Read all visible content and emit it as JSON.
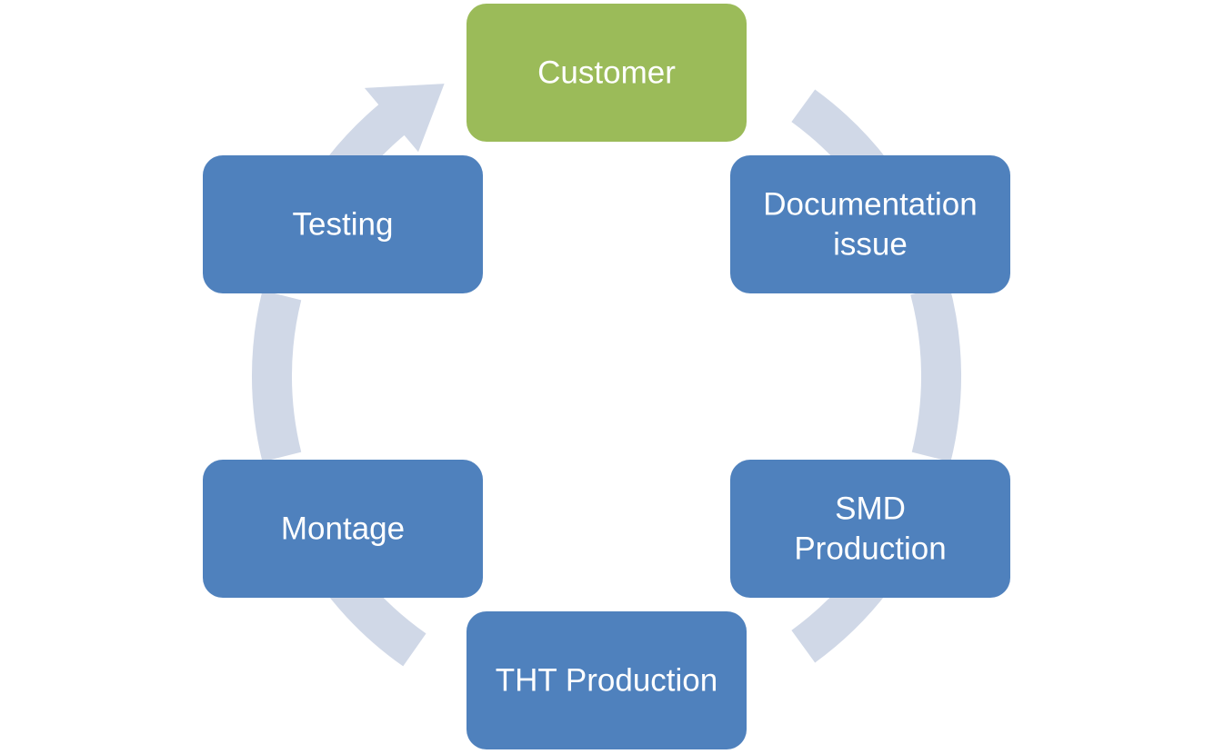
{
  "colors": {
    "ring": "#d0d8e7",
    "primary_node": "#9bbb59",
    "node": "#4f81bd",
    "label": "#ffffff"
  },
  "nodes": [
    {
      "id": "customer",
      "lines": [
        "Customer"
      ],
      "highlight": true
    },
    {
      "id": "documentation-issue",
      "lines": [
        "Documentation",
        "issue"
      ],
      "highlight": false
    },
    {
      "id": "smd-production",
      "lines": [
        "SMD",
        "Production"
      ],
      "highlight": false
    },
    {
      "id": "tht-production",
      "lines": [
        "THT Production"
      ],
      "highlight": false
    },
    {
      "id": "montage",
      "lines": [
        "Montage"
      ],
      "highlight": false
    },
    {
      "id": "testing",
      "lines": [
        "Testing"
      ],
      "highlight": false
    }
  ]
}
